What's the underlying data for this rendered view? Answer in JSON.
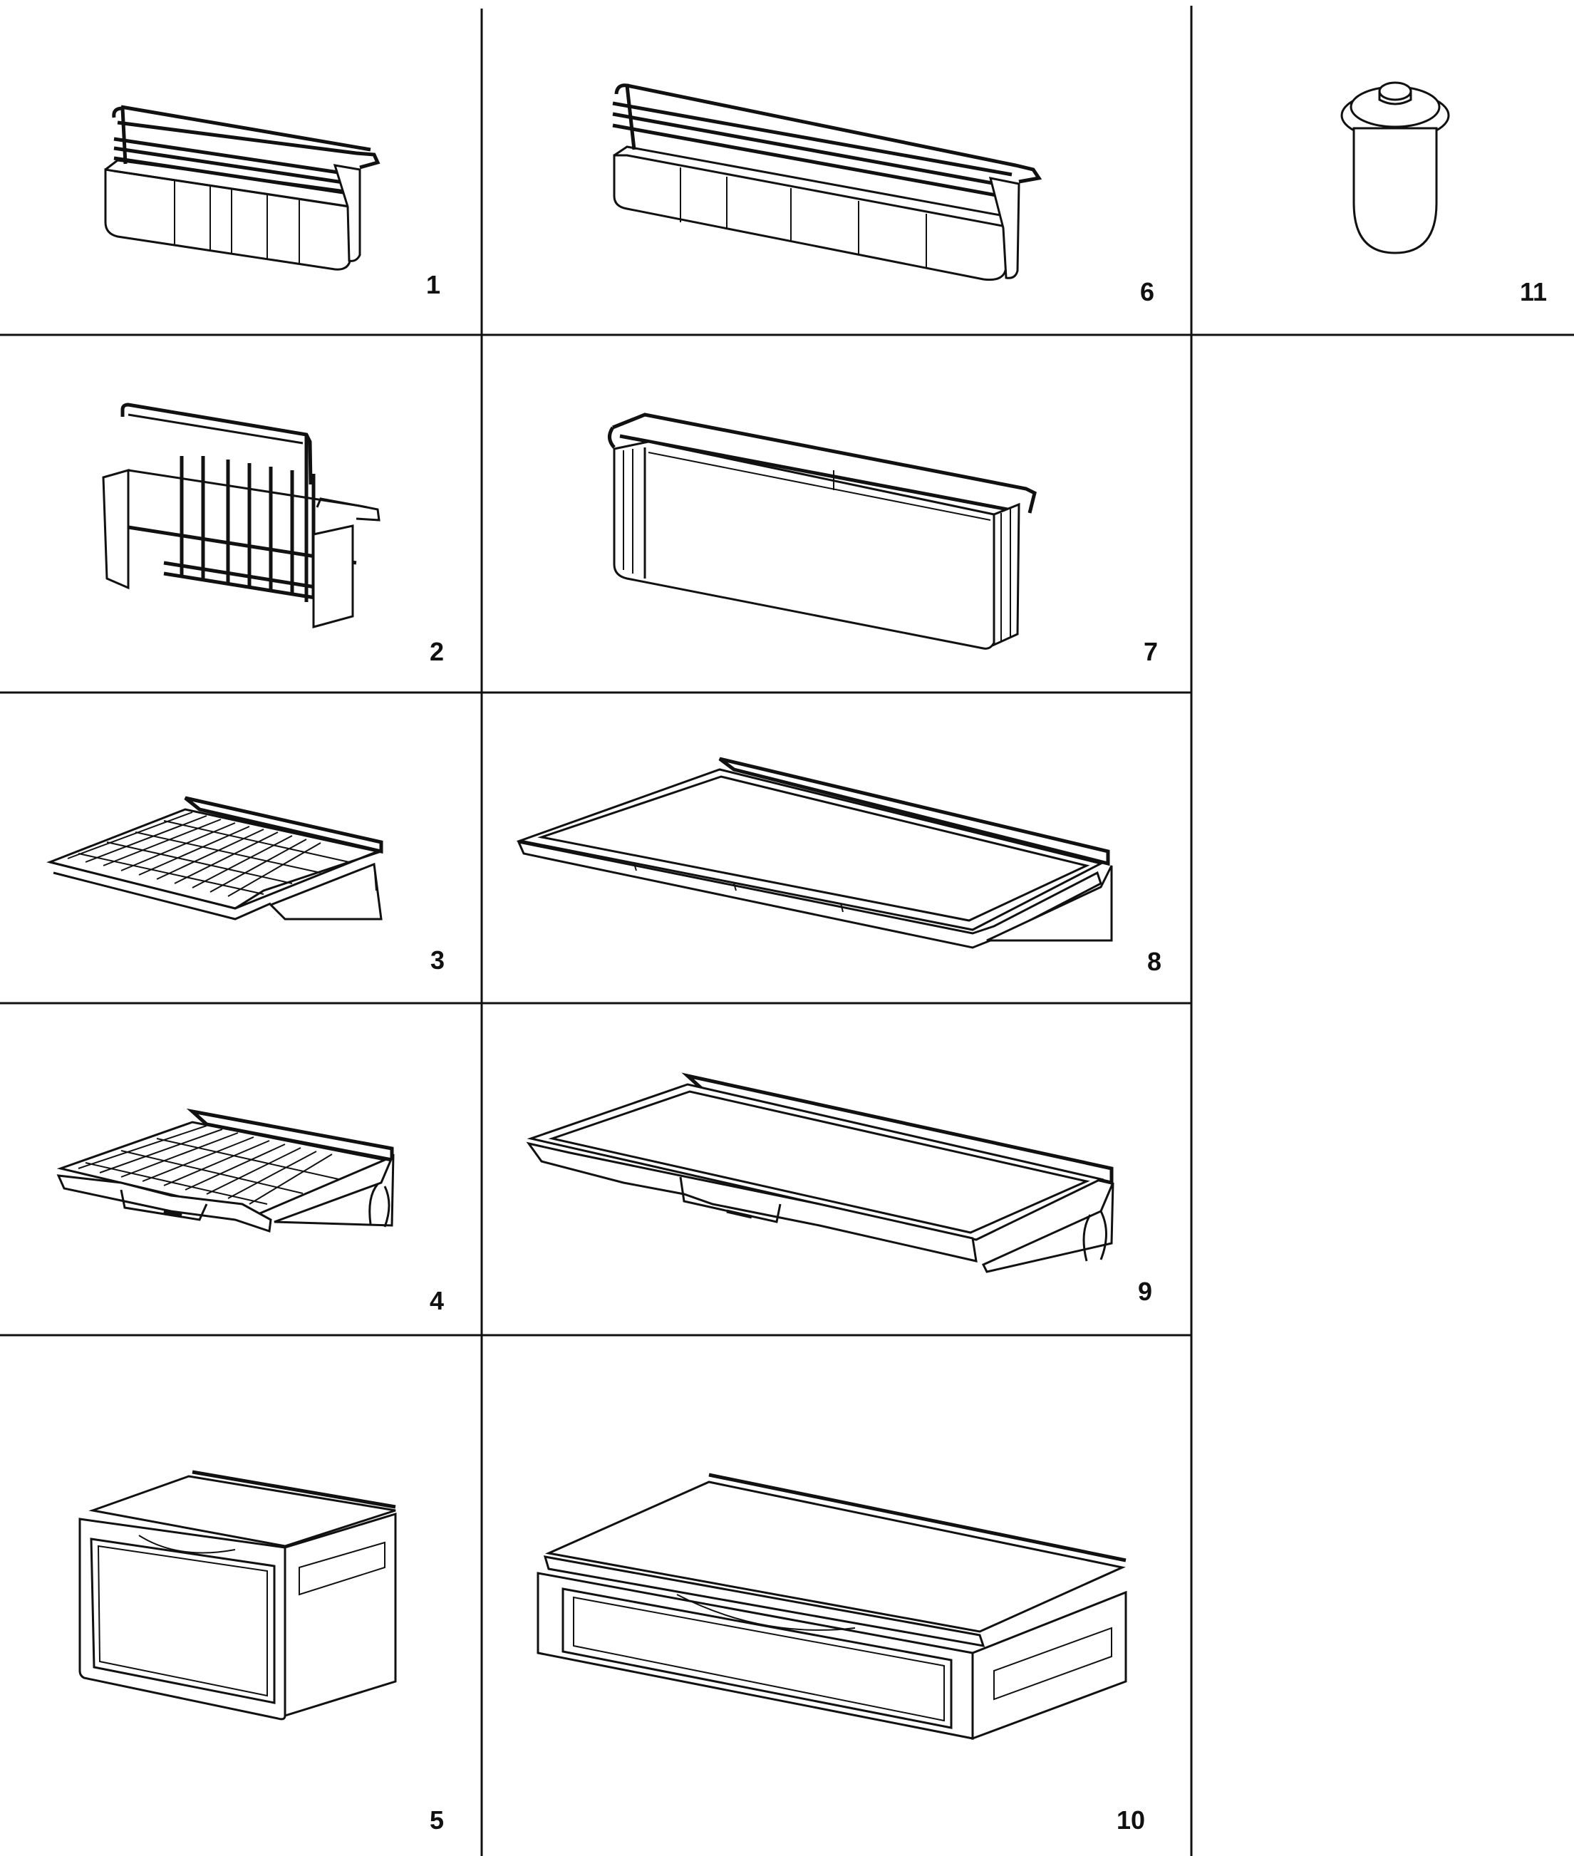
{
  "parts": [
    {
      "id": "basket-1",
      "label": "1",
      "icon": "door-bin-small-icon"
    },
    {
      "id": "basket-2",
      "label": "2",
      "icon": "wire-rack-bin-icon"
    },
    {
      "id": "shelf-3",
      "label": "3",
      "icon": "wire-shelf-small-icon"
    },
    {
      "id": "shelf-4",
      "label": "4",
      "icon": "slide-wire-shelf-small-icon"
    },
    {
      "id": "drawer-5",
      "label": "5",
      "icon": "crisper-drawer-small-icon"
    },
    {
      "id": "basket-6",
      "label": "6",
      "icon": "door-bin-large-icon"
    },
    {
      "id": "basket-7",
      "label": "7",
      "icon": "dairy-bin-icon"
    },
    {
      "id": "shelf-8",
      "label": "8",
      "icon": "glass-shelf-large-icon"
    },
    {
      "id": "shelf-9",
      "label": "9",
      "icon": "slide-glass-shelf-large-icon"
    },
    {
      "id": "drawer-10",
      "label": "10",
      "icon": "crisper-drawer-large-icon"
    },
    {
      "id": "filter-11",
      "label": "11",
      "icon": "water-filter-cartridge-icon"
    }
  ]
}
